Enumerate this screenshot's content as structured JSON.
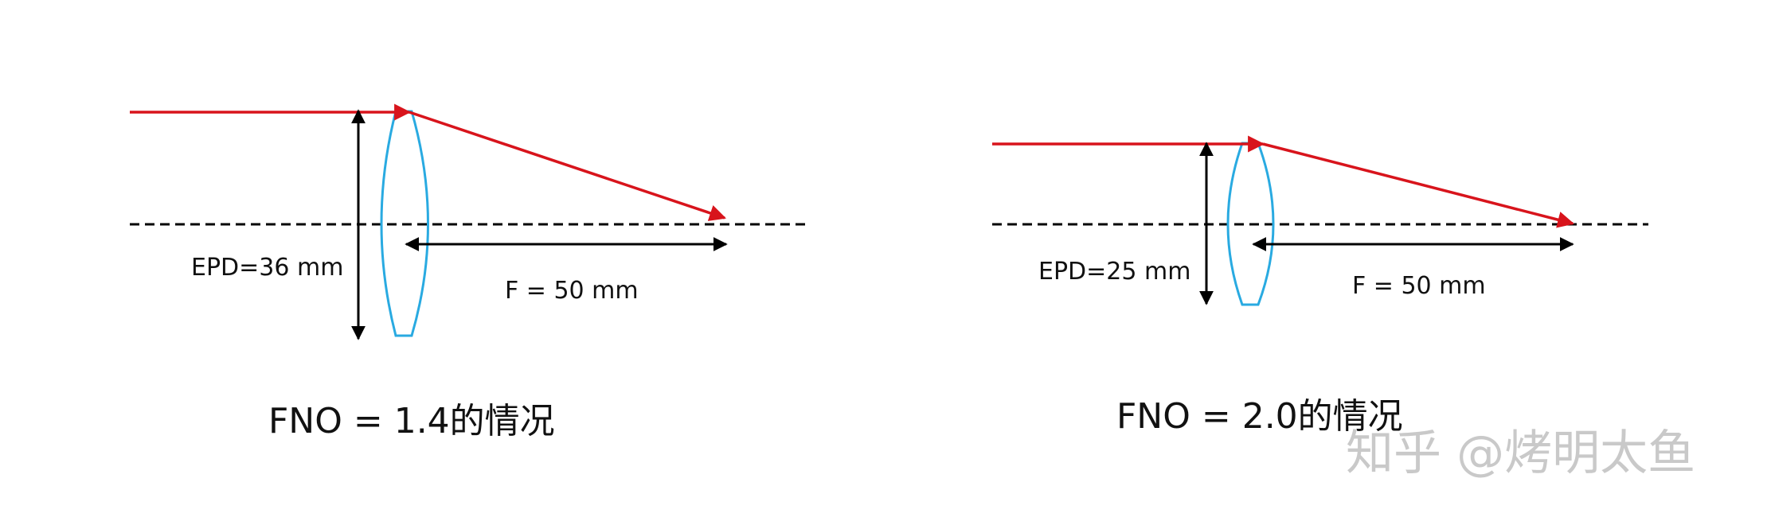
{
  "colors": {
    "ray": "#d8141c",
    "lens": "#29aae1",
    "axis": "#000000",
    "text": "#111111",
    "watermark": "#c9c9c9"
  },
  "diagram_left": {
    "epd_label": "EPD=36 mm",
    "focal_label": "F = 50 mm",
    "caption": "FNO = 1.4的情况"
  },
  "diagram_right": {
    "epd_label": "EPD=25 mm",
    "focal_label": "F = 50 mm",
    "caption": "FNO = 2.0的情况"
  },
  "watermark": "知乎 @烤明太鱼"
}
